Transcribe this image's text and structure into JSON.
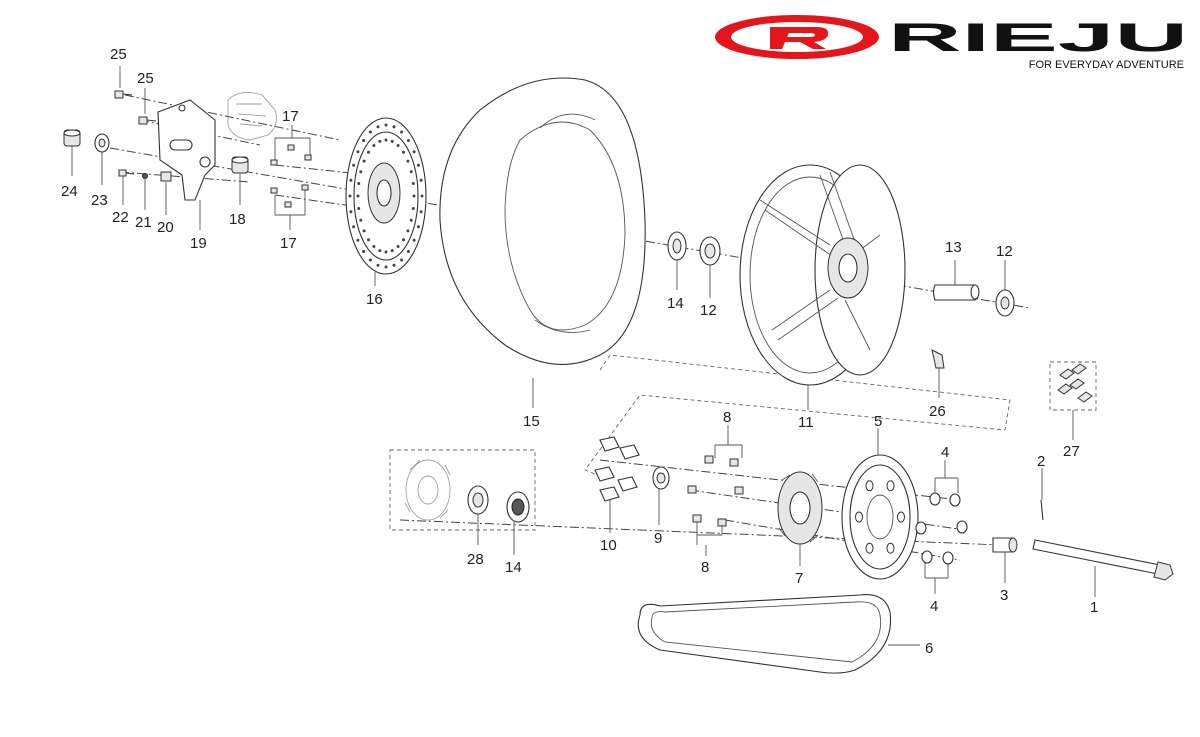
{
  "brand": {
    "logo_text": "RIEJU",
    "tagline": "FOR EVERYDAY ADVENTURE",
    "colors": {
      "red": "#e3161c",
      "black": "#111111"
    }
  },
  "labels": {
    "l1": "1",
    "l2": "2",
    "l3": "3",
    "l4a": "4",
    "l4b": "4",
    "l5": "5",
    "l6": "6",
    "l7": "7",
    "l8a": "8",
    "l8b": "8",
    "l9": "9",
    "l10": "10",
    "l11": "11",
    "l12a": "12",
    "l12b": "12",
    "l13": "13",
    "l14a": "14",
    "l14b": "14",
    "l15": "15",
    "l16": "16",
    "l17a": "17",
    "l17b": "17",
    "l18": "18",
    "l19": "19",
    "l20": "20",
    "l21": "21",
    "l22": "22",
    "l23": "23",
    "l24": "24",
    "l25a": "25",
    "l25b": "25",
    "l26": "26",
    "l27": "27",
    "l28": "28"
  }
}
